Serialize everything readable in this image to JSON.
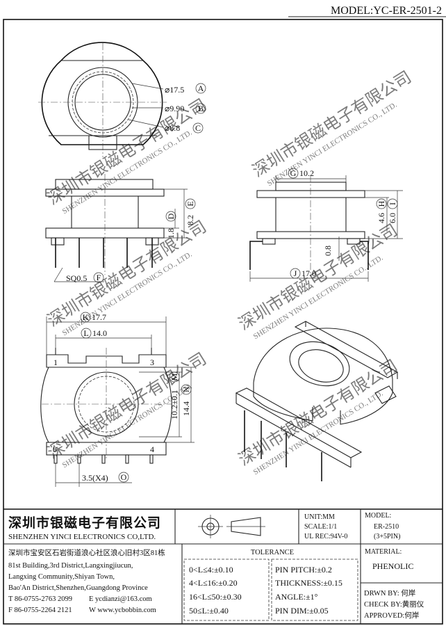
{
  "model_header": "MODEL:YC-ER-2501-2",
  "watermark": {
    "cn": "深圳市银磁电子有限公司",
    "en": "SHENZHEN YINCI ELECTRONICS CO., LTD."
  },
  "top_view": {
    "d_a": "⌀17.5",
    "tag_a": "A",
    "d_b": "⌀9.90",
    "tag_b": "B",
    "d_c": "⌀8.8",
    "tag_c": "C"
  },
  "front_view": {
    "h_d": "1.8",
    "tag_d": "D",
    "h_e": "8.2",
    "tag_e": "E",
    "pin_f": "SQ0.5",
    "tag_f": "F"
  },
  "side_view": {
    "w_g": "10.2",
    "tag_g": "G",
    "h_h": "4.6",
    "tag_h": "H",
    "h_i": "6.0",
    "tag_i": "I",
    "t_08": "0.8",
    "w_j": "17.0",
    "tag_j": "J"
  },
  "bottom_view": {
    "w_k": "17.7",
    "tag_k": "K",
    "w_l": "14.0",
    "tag_l": "L",
    "h_m": "10.2±0.1",
    "tag_m": "M",
    "h_n": "14.4",
    "tag_n": "N",
    "pitch_o": "3.5(X4)",
    "tag_o": "O",
    "pin1": "1",
    "pin3": "3",
    "pin8": "8",
    "pin4": "4"
  },
  "title_block": {
    "company_cn": "深圳市银磁电子有限公司",
    "company_en": "SHENZHEN YINCI ELECTRONICS CO,LTD.",
    "unit": "UNIT:MM",
    "scale": "SCALE:1/1",
    "ul_rec": "UL REC:94V-0",
    "model_label": "MODEL:",
    "model_value": "ER-2510",
    "model_pins": "(3+5PIN)",
    "material_label": "MATERIAL:",
    "material_value": "PHENOLIC",
    "tolerance_title": "TOLERANCE",
    "tol": [
      "0<L≤4:±0.10",
      "4<L≤16:±0.20",
      "16<L≤50:±0.30",
      "50≤L:±0.40"
    ],
    "tol2": [
      "PIN PITCH:±0.2",
      "THICKNESS:±0.15",
      "ANGLE:±1°",
      "PIN DIM:±0.05"
    ],
    "address": [
      "深圳市宝安区石岩街道浪心社区浪心旧村3区81栋",
      "81st Building,3rd District,Langxingjiucun,",
      "Langxing Community,Shiyan Town,",
      "Bao'An District,Shenzhen,Guangdong Province"
    ],
    "tel": "T  86-0755-2763 2099",
    "email": "E  ycdianzi@163.com",
    "fax": "F  86-0755-2264 2121",
    "web": "W  www.ycbobbin.com",
    "drawn_by": "DRWN BY: 何岸",
    "check_by": "CHECK BY:黄丽仪",
    "approved": "APPROVED:何岸"
  }
}
